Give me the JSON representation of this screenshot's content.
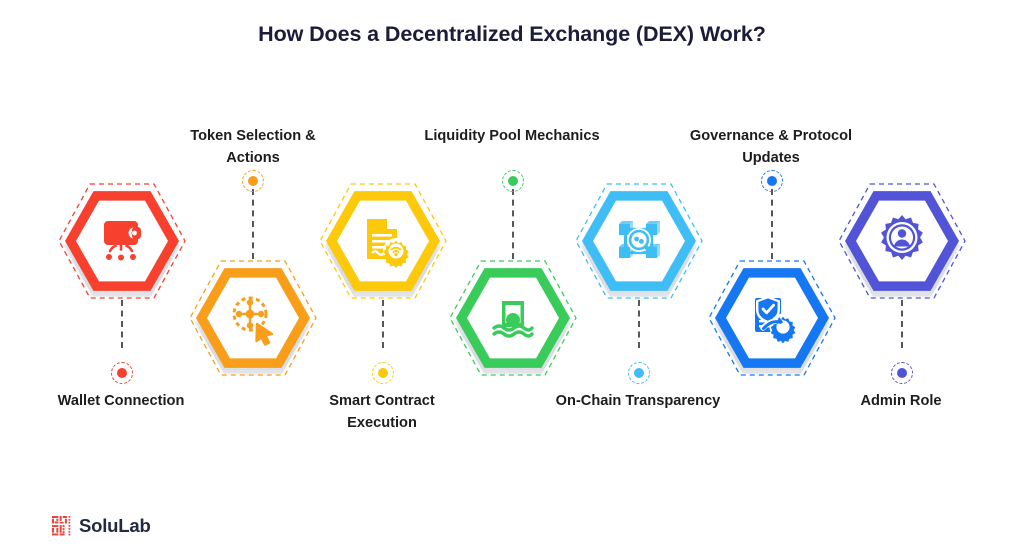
{
  "title": "How Does a Decentralized Exchange (DEX) Work?",
  "brand": {
    "name": "SoluLab",
    "mark_color": "#E8453C",
    "text_color": "#222A40",
    "mark_icon": "solulab-qr-mark-icon"
  },
  "colors": {
    "title": "#1B1C3A",
    "label": "#1D1D1F",
    "connector": "#55565E",
    "background": "#FFFFFF"
  },
  "steps": [
    {
      "id": "wallet-connection",
      "label": "Wallet Connection",
      "color": "#F8402E",
      "icon": "wallet-icon",
      "label_position": "below"
    },
    {
      "id": "token-selection-actions",
      "label": "Token Selection &\nActions",
      "color": "#F89E1B",
      "icon": "token-network-cursor-icon",
      "label_position": "above"
    },
    {
      "id": "smart-contract-execution",
      "label": "Smart Contract\nExecution",
      "color": "#FCC90B",
      "icon": "contract-document-gear-icon",
      "label_position": "below"
    },
    {
      "id": "liquidity-pool-mechanics",
      "label": "Liquidity Pool Mechanics",
      "color": "#3ACC5A",
      "icon": "liquidity-pool-icon",
      "label_position": "above"
    },
    {
      "id": "on-chain-transparency",
      "label": "On-Chain Transparency",
      "color": "#3FBDF5",
      "icon": "blockchain-search-icon",
      "label_position": "below"
    },
    {
      "id": "governance-protocol-updates",
      "label": "Governance & Protocol\nUpdates",
      "color": "#1677F2",
      "icon": "governance-shield-gear-icon",
      "label_position": "above"
    },
    {
      "id": "admin-role",
      "label": "Admin Role",
      "color": "#5154D6",
      "icon": "admin-user-gear-icon",
      "label_position": "below"
    }
  ]
}
